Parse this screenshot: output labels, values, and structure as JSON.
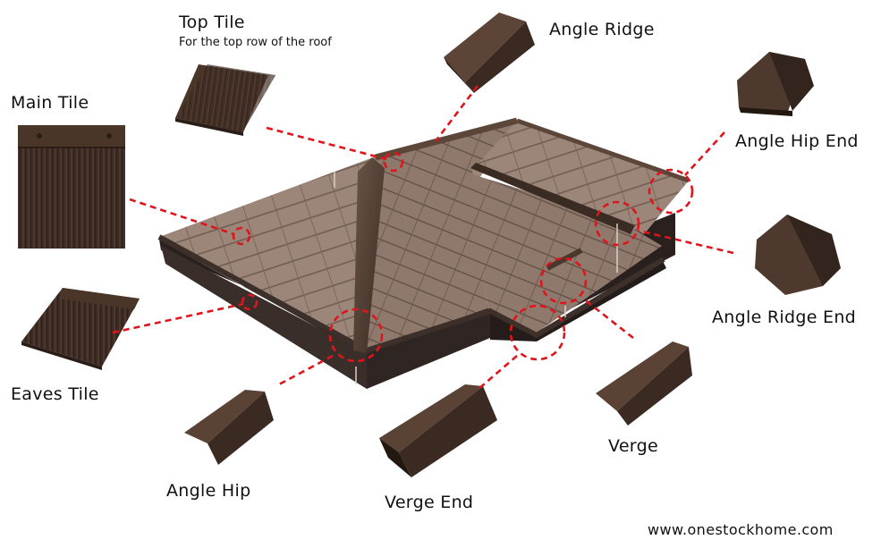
{
  "labels": {
    "top_tile": "Top Tile",
    "top_tile_note": "For the top row of the roof",
    "main_tile": "Main Tile",
    "eaves_tile": "Eaves Tile",
    "angle_ridge": "Angle Ridge",
    "angle_hip_end": "Angle Hip End",
    "angle_ridge_end": "Angle Ridge End",
    "verge": "Verge",
    "verge_end": "Verge End",
    "angle_hip": "Angle Hip"
  },
  "footer": {
    "url": "www.onestockhome.com"
  },
  "colors": {
    "callout": "#e0141b",
    "tile_dark": "#3b2a22",
    "tile_mid": "#5a4336",
    "roof_light": "#9a8476",
    "roof_shadow": "#2b2220"
  }
}
